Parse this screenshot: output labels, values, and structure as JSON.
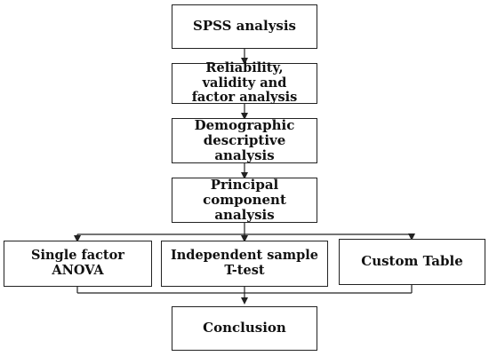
{
  "diagram": {
    "nodes": {
      "spss": "SPSS analysis",
      "reliability": "Reliability, validity and\nfactor analysis",
      "demographic": "Demographic\ndescriptive analysis",
      "principal": "Principal\ncomponent analysis",
      "anova": "Single factor ANOVA",
      "ttest": "Independent sample T-test",
      "custom": "Custom Table",
      "conclusion": "Conclusion"
    },
    "colors": {
      "line": "#222222",
      "box_border": "#222222",
      "text": "#111111"
    }
  }
}
